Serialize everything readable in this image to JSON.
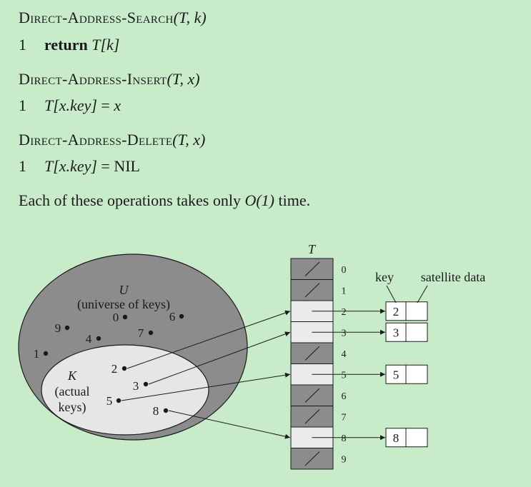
{
  "procedures": [
    {
      "name_caps": "Direct-Address-Search",
      "params": "(T, k)",
      "line_no": "1",
      "keyword": "return",
      "body": "T[k]"
    },
    {
      "name_caps": "Direct-Address-Insert",
      "params": "(T, x)",
      "line_no": "1",
      "body_lhs": "T[x.key]",
      "eq": "=",
      "body_rhs": "x"
    },
    {
      "name_caps": "Direct-Address-Delete",
      "params": "(T, x)",
      "line_no": "1",
      "body_lhs": "T[x.key]",
      "eq": "=",
      "body_rhs": "NIL"
    }
  ],
  "paragraph": {
    "text_before": "Each of these operations takes only",
    "expr": "O(1)",
    "text_after": "time."
  },
  "figure": {
    "table_label": "T",
    "slot_indices": [
      "0",
      "1",
      "2",
      "3",
      "4",
      "5",
      "6",
      "7",
      "8",
      "9"
    ],
    "empty_slots": [
      0,
      1,
      4,
      6,
      7,
      9
    ],
    "occupied_slots": [
      2,
      3,
      5,
      8
    ],
    "universe_label": "U",
    "universe_caption": "(universe of keys)",
    "actual_label": "K",
    "actual_caption_1": "(actual",
    "actual_caption_2": "keys)",
    "universe_points": [
      "0",
      "6",
      "9",
      "4",
      "7",
      "1"
    ],
    "actual_points": [
      "2",
      "3",
      "5",
      "8"
    ],
    "element_keys": [
      "2",
      "3",
      "5",
      "8"
    ],
    "key_label": "key",
    "satellite_label": "satellite data",
    "colors": {
      "background": "#c8ecca",
      "universe_fill": "#8c8c8c",
      "actual_fill": "#e6e6e6",
      "empty_slot": "#8c8c8c",
      "occupied_slot": "#ebebeb"
    }
  }
}
